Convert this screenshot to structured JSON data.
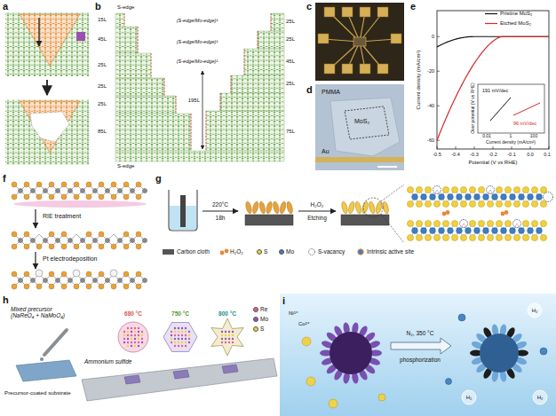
{
  "diagram": {
    "labels": [
      "a",
      "b",
      "c",
      "d",
      "e",
      "f",
      "g",
      "h",
      "i",
      "S-edge",
      "15L",
      "45L",
      "25L",
      "25L",
      "25L",
      "85L",
      "195L",
      "25L",
      "25L",
      "45L",
      "25L",
      "75L",
      "(S-edge/Mo-edge)¹",
      "(S-edge/Mo-edge)¹",
      "(S-edge/Mo-edge)¹",
      "S-edge",
      "PMMA",
      "MoS₂",
      "Au",
      "Current density (mA/cm²)",
      "Potential (V vs RHE)",
      "-0.5",
      "-0.4",
      "-0.3",
      "-0.2",
      "-0.1",
      "0.0",
      "0.1",
      "0",
      "-20",
      "-40",
      "-60",
      "191 mV/dec",
      "96 mV/dec",
      "Over potential (V vs RHE)",
      "Current density (mA/cm²)",
      "0.01",
      "1",
      "100",
      "RIE treatment",
      "Pt electrodeposition",
      "220°C",
      "18h",
      "H₂O₂",
      "Etching",
      "Mixed precursor (NaReO₄ + NaMoO₄)",
      "Ammonium sulfide",
      "Precursor-coated substrate",
      "680 °C",
      "750 °C",
      "800 °C",
      "Ni²⁺",
      "Co²⁺",
      "N₂, 350 °C",
      "phosphorization",
      "H₂",
      "H₂",
      "H₂"
    ],
    "legend": [
      {
        "text": "Pristine MoS₂"
      },
      {
        "text": "Etched MoS₂"
      },
      {
        "text": "Carbon cloth"
      },
      {
        "text": "H₂O₂"
      },
      {
        "text": "S",
        "color": "#f2d03b"
      },
      {
        "text": "Mo",
        "color": "#3c7fc4"
      },
      {
        "text": "S-vacancy"
      },
      {
        "text": "Intrinsic active site"
      },
      {
        "text": "Re",
        "color": "#e0609a"
      },
      {
        "text": "Mo",
        "color": "#8e5bb5"
      },
      {
        "text": "S",
        "color": "#f2d03b"
      }
    ]
  }
}
